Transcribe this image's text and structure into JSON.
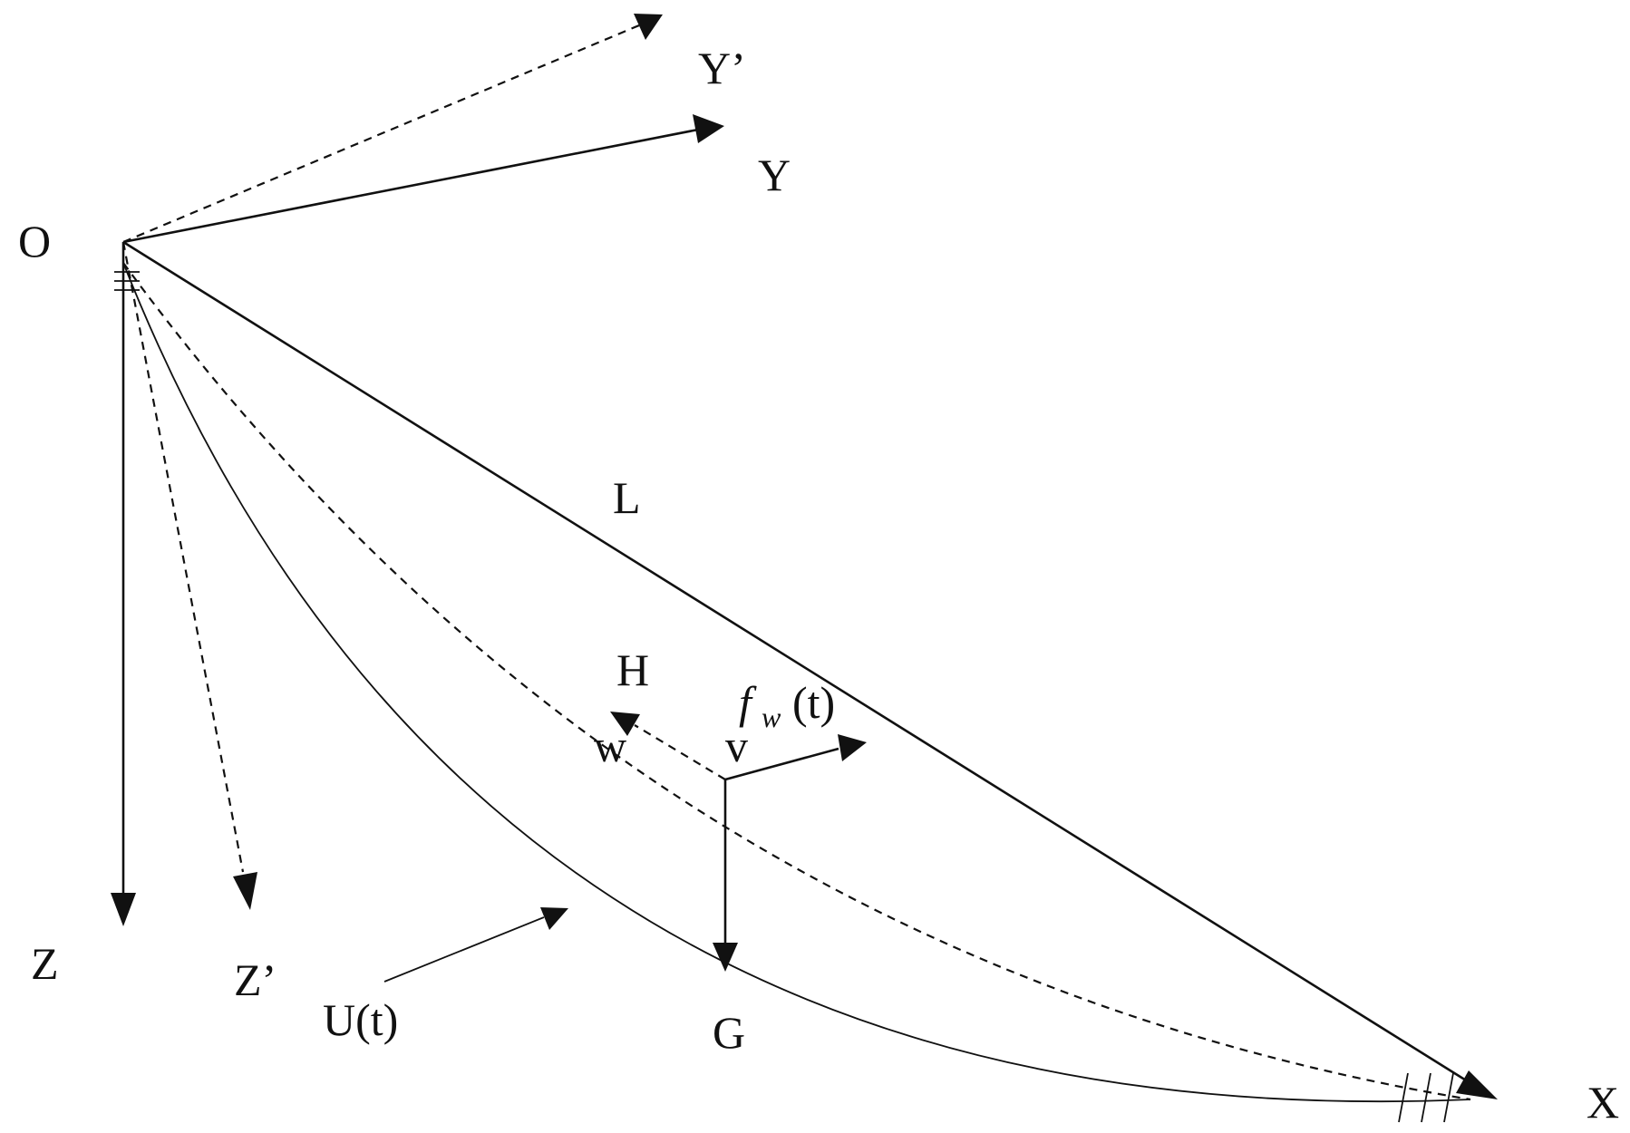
{
  "labels": {
    "origin": "O",
    "y_axis": "Y",
    "y_prime_axis": "Y’",
    "z_axis": "Z",
    "z_prime_axis": "Z’",
    "x_axis": "X",
    "chord_length": "L",
    "force_h": "H",
    "force_g": "G",
    "disp_w": "w",
    "disp_v": "v",
    "wind_force_f": "f",
    "wind_force_sub": "w",
    "wind_force_arg": "(t)",
    "wind_speed": "U(t)"
  },
  "colors": {
    "ink": "#111111",
    "background": "#ffffff"
  }
}
